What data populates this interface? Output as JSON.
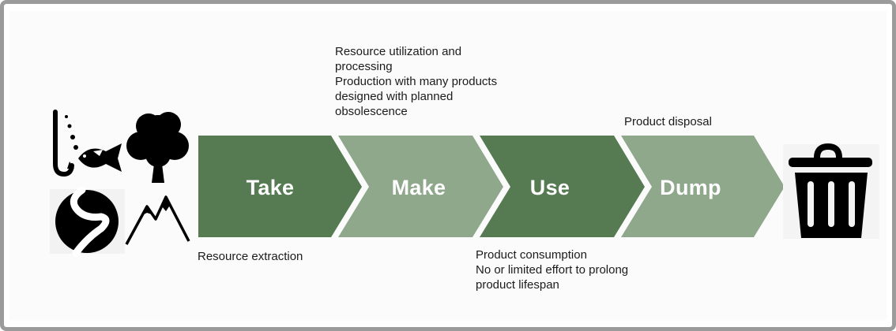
{
  "stages": [
    {
      "label": "Take",
      "color": "#567b53"
    },
    {
      "label": "Make",
      "color": "#8fa88c"
    },
    {
      "label": "Use",
      "color": "#567b53"
    },
    {
      "label": "Dump",
      "color": "#8fa88c"
    }
  ],
  "notes": {
    "make_above": "Resource utilization and\nprocessing\nProduction with many products\ndesigned with planned\nobsolescence",
    "dump_above": "Product disposal",
    "take_below": "Resource extraction",
    "use_below": "Product consumption\nNo or limited effort to prolong\nproduct lifespan"
  },
  "icons": {
    "left": [
      "fishing-icon",
      "tree-icon",
      "river-icon",
      "mountain-icon"
    ],
    "right": "trash-can-icon"
  }
}
